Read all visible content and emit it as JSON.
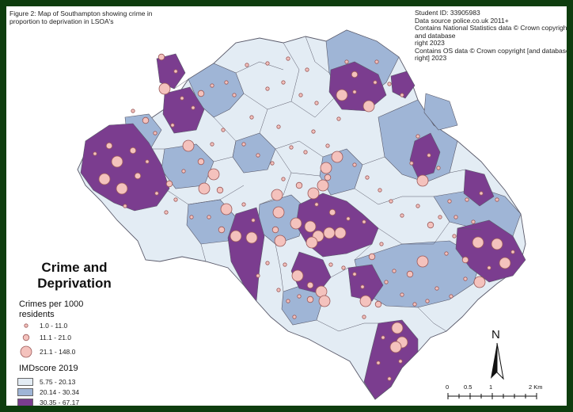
{
  "caption": "Figure 2: Map of Southampton showing crime in proportion to deprivation in LSOA's",
  "credits": [
    "Student ID: 33905983",
    "Data source police.co.uk 2011+",
    "Contains National Statistics data © Crown copyright",
    "and database",
    "right 2023",
    "Contains OS data © Crown copyright [and database",
    "right] 2023"
  ],
  "legend": {
    "title_line1": "Crime and",
    "title_line2": "Deprivation",
    "crime_title_line1": "Crimes per 1000",
    "crime_title_line2": "residents",
    "crime_classes": [
      {
        "label": "1.0 - 11.0"
      },
      {
        "label": "11.1 - 21.0"
      },
      {
        "label": "21.1 - 148.0"
      }
    ],
    "imd_title": "IMDscore 2019",
    "imd_classes": [
      {
        "label": "5.75 - 20.13",
        "color": "#e3ecf4"
      },
      {
        "label": "20.14 - 30.34",
        "color": "#9fb5d6"
      },
      {
        "label": "30.35 - 67.17",
        "color": "#7b3d8f"
      }
    ]
  },
  "north_arrow": {
    "label": "N"
  },
  "scale_bar": {
    "labels": [
      "0",
      "0.5",
      "1",
      "2 Km"
    ]
  },
  "colors": {
    "frame": "#0e3d0e",
    "circle_fill": "#f4c2bd",
    "circle_stroke": "#9b5a5a",
    "boundary": "#5a5a6a"
  }
}
